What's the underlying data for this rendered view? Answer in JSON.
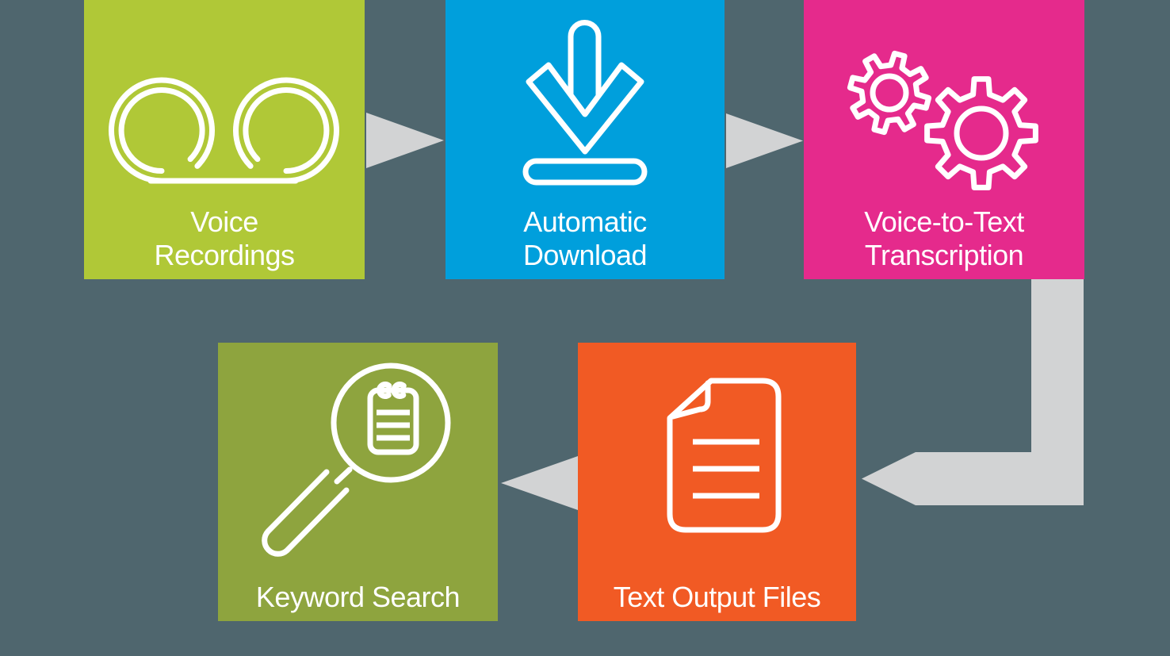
{
  "background_color": "#4f666e",
  "arrow_color": "#d2d3d4",
  "label_color": "#ffffff",
  "steps": [
    {
      "label_lines": [
        "Voice",
        "Recordings"
      ],
      "color": "#b0c837",
      "icon": "voicemail-icon"
    },
    {
      "label_lines": [
        "Automatic",
        "Download"
      ],
      "color": "#009fdc",
      "icon": "download-icon"
    },
    {
      "label_lines": [
        "Voice-to-Text",
        "Transcription"
      ],
      "color": "#e52a8c",
      "icon": "gears-icon"
    },
    {
      "label_lines": [
        "Text Output Files"
      ],
      "color": "#f15a24",
      "icon": "document-icon"
    },
    {
      "label_lines": [
        "Keyword Search"
      ],
      "color": "#8ea43e",
      "icon": "magnifier-document-icon"
    }
  ],
  "flow": [
    "Voice Recordings → Automatic Download",
    "Automatic Download → Voice-to-Text Transcription",
    "Voice-to-Text Transcription → Text Output Files",
    "Text Output Files → Keyword Search"
  ]
}
